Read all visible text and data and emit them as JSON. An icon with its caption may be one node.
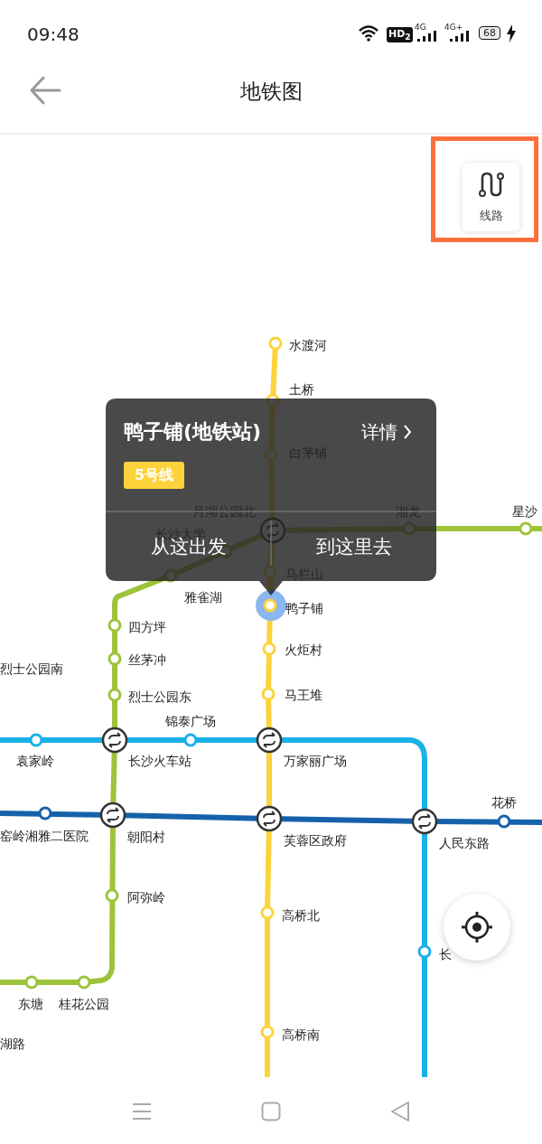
{
  "diagram": {
    "title": "地铁图",
    "nodes": [
      {
        "text": [
          "鸭子铺(地铁站)",
          "详情",
          "从这出发",
          "到这里去"
        ]
      },
      {
        "text": [
          "5号线"
        ],
        "in": 0
      },
      {
        "text": [],
        "shape": "box"
      },
      {
        "text": [
          "线路"
        ],
        "in": 2
      }
    ],
    "edges": [],
    "labels": [
      "09:48",
      "HD$_{2}$",
      "4G",
      "4G+",
      "68",
      "水渡河",
      "土桥",
      "白茅铺",
      "月湖公园北",
      "长沙大学",
      "湘龙",
      "星沙",
      "马栏山",
      "雅雀湖",
      "鸭子铺",
      "四方坪",
      "丝茅冲",
      "烈士公园南",
      "火炬村",
      "烈士公园东",
      "马王堆",
      "锦泰广场",
      "袁家岭",
      "长沙火车站",
      "万家丽广场",
      "花桥",
      "窑岭湘雅二医院",
      "朝阳村",
      "芙蓉区政府",
      "人民东路",
      "阿弥岭",
      "高桥北",
      "长",
      "东塘",
      "桂花公园",
      "湖路",
      "高桥南"
    ]
  }
}
